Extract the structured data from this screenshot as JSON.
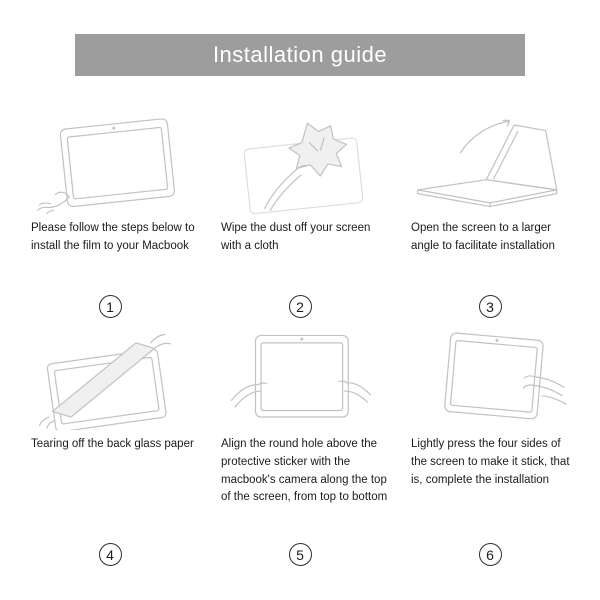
{
  "header": {
    "title": "Installation guide",
    "bg_color": "#9d9d9d",
    "text_color": "#ffffff"
  },
  "colors": {
    "line_art": "#c2c2c2",
    "body_text": "#1b1b1b"
  },
  "steps": [
    {
      "number": "1",
      "icon": "peel-film-icon",
      "text": "Please follow the steps below to install the film to your Macbook"
    },
    {
      "number": "2",
      "icon": "wipe-cloth-icon",
      "text": "Wipe the dust off your screen with a cloth"
    },
    {
      "number": "3",
      "icon": "open-laptop-icon",
      "text": "Open the screen to a larger angle to facilitate installation"
    },
    {
      "number": "4",
      "icon": "tear-backing-icon",
      "text": "Tearing off the back glass paper"
    },
    {
      "number": "5",
      "icon": "align-camera-icon",
      "text": "Align the round hole above the protective sticker with the macbook's camera along the top of the screen, from top to bottom"
    },
    {
      "number": "6",
      "icon": "press-sides-icon",
      "text": "Lightly press the four sides of the screen to make it stick, that is, complete the installation"
    }
  ]
}
